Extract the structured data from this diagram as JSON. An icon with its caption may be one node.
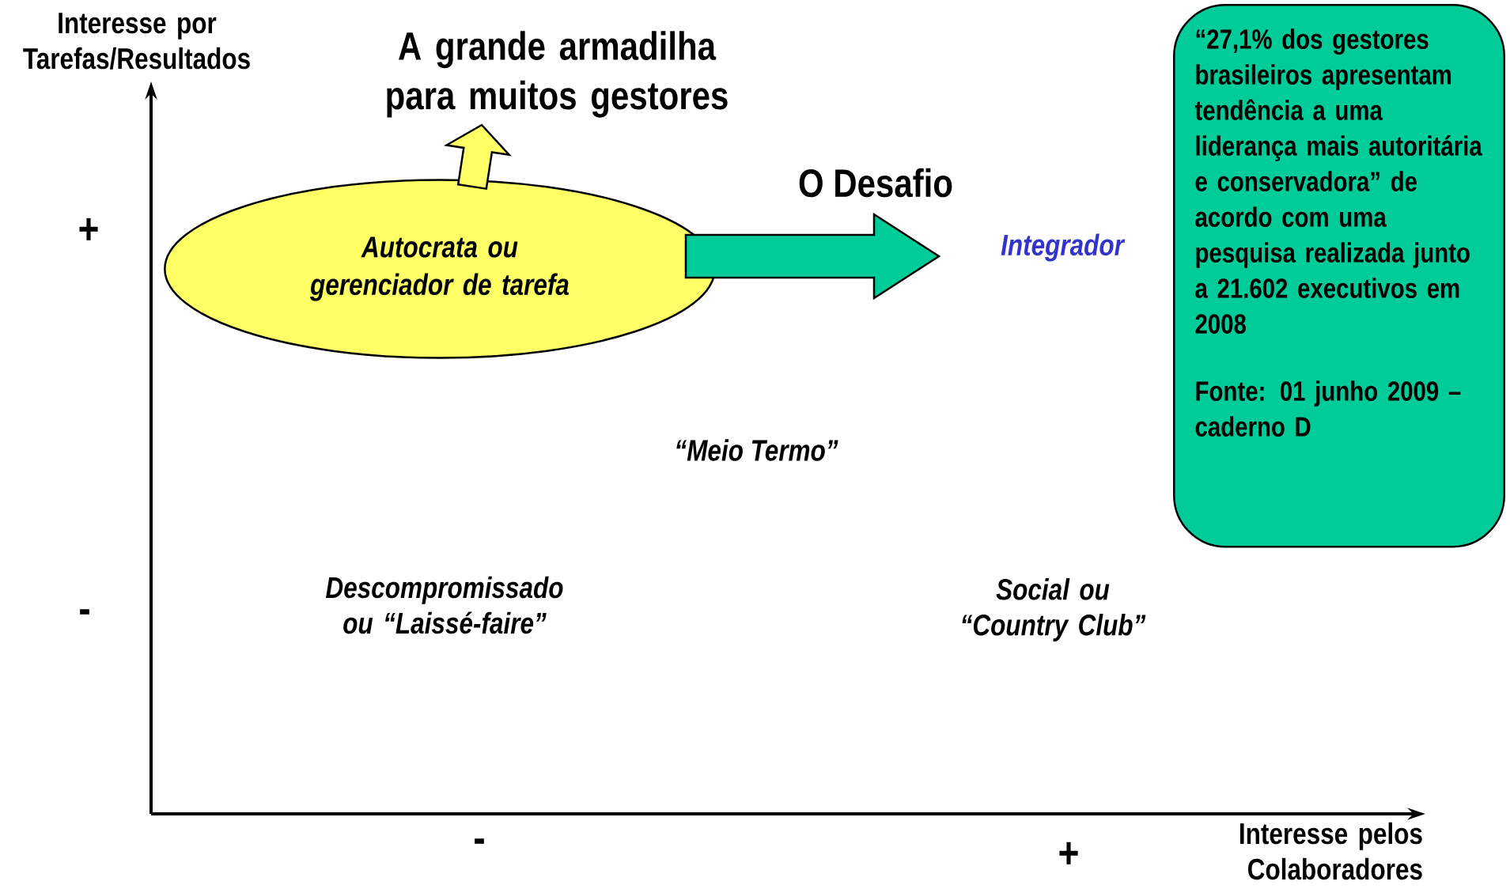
{
  "diagram": {
    "nodes": [
      {
        "text": [
          "Autocrata ou gerenciador de tarefa"
        ]
      },
      {
        "text": [
          "A grande armadilha para muitos gestores"
        ]
      },
      {
        "text": [
          "Integrador"
        ]
      },
      {
        "text": [
          "“27,1% dos gestores brasileiros apresentam tendência a uma liderança mais autoritária e conservadora” de acordo com uma pesquisa realizada junto a 21.602 executivos em 2008",
          "Fonte: 01 junho 2009 – caderno D"
        ]
      }
    ],
    "edges": [
      {
        "from": 0,
        "to": 1,
        "arrow": "to",
        "color": "#ffff66"
      },
      {
        "from": 0,
        "to": 2,
        "arrow": "to",
        "label": "O Desafio",
        "color": "#00cc99"
      }
    ],
    "labels": [
      "Interesse por Tarefas/Resultados",
      "+",
      "“Meio Termo”",
      "-",
      "Descompromissado ou “Laissé-faire”",
      "Social ou “Country Club”",
      "-",
      "+",
      "Interesse pelos Colaboradores"
    ]
  }
}
